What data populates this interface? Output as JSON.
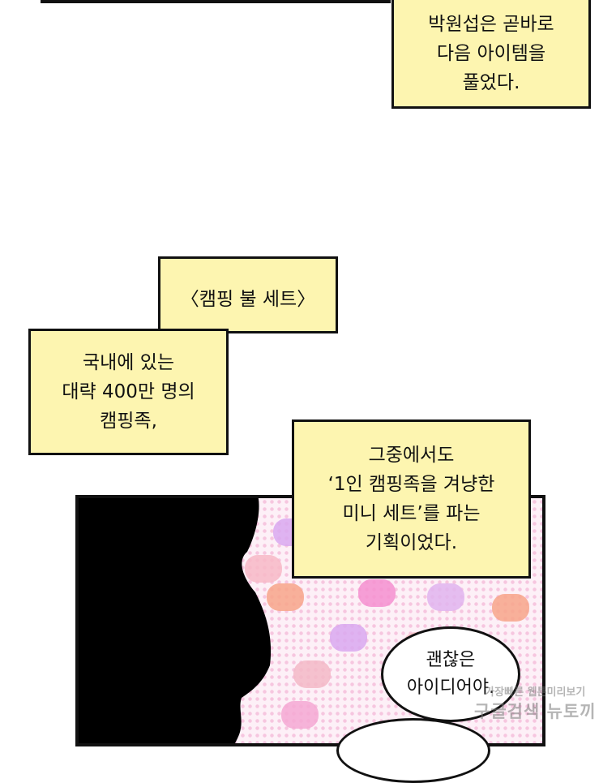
{
  "captions": {
    "box1": "박원섭은 곧바로\n다음 아이템을\n풀었다.",
    "box2_top": "〈캠핑 불 세트〉",
    "box2_bottom": "국내에 있는\n대략 400만 명의\n캠핑족,",
    "box3": "그중에서도\n‘1인 캠핑족을 겨냥한\n미니 세트’를 파는\n기획이었다."
  },
  "speech": {
    "bubble1": "괜찮은\n아이디어야."
  },
  "watermark": {
    "line1": "가장빠른 웹툰미리보기",
    "line2": "구글검색 뉴토끼"
  },
  "colors": {
    "caption_bg": "#fdf5b0",
    "panel_bg": "#fdf0f7"
  }
}
